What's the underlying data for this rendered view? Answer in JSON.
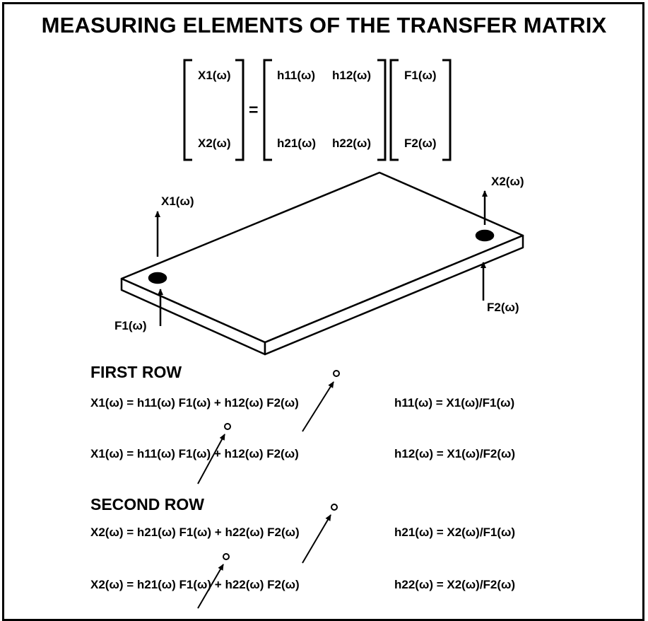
{
  "title": "MEASURING ELEMENTS OF THE TRANSFER MATRIX",
  "matrix_equation": {
    "lhs": [
      "X1(ω)",
      "X2(ω)"
    ],
    "equals": "=",
    "h": [
      [
        "h11(ω)",
        "h12(ω)"
      ],
      [
        "h21(ω)",
        "h22(ω)"
      ]
    ],
    "rhs": [
      "F1(ω)",
      "F2(ω)"
    ]
  },
  "plate_labels": {
    "x1": "X1(ω)",
    "f1": "F1(ω)",
    "x2": "X2(ω)",
    "f2": "F2(ω)"
  },
  "first_row": {
    "heading": "FIRST ROW",
    "eq1": "X1(ω) = h11(ω) F1(ω) + h12(ω) F2(ω)",
    "res1": "h11(ω) = X1(ω)/F1(ω)",
    "eq2": "X1(ω) = h11(ω) F1(ω) + h12(ω) F2(ω)",
    "res2": "h12(ω) = X1(ω)/F2(ω)"
  },
  "second_row": {
    "heading": "SECOND ROW",
    "eq1": "X2(ω) = h21(ω) F1(ω) + h22(ω) F2(ω)",
    "res1": "h21(ω) = X2(ω)/F1(ω)",
    "eq2": "X2(ω) = h21(ω) F1(ω) + h22(ω) F2(ω)",
    "res2": "h22(ω) = X2(ω)/F2(ω)"
  },
  "zeroed_term_marker": "o"
}
